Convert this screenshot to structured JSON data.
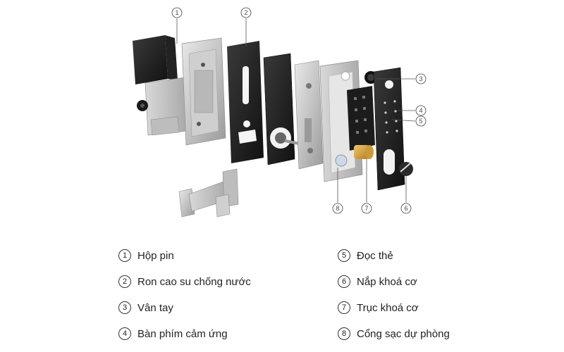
{
  "callouts": [
    {
      "num": "1"
    },
    {
      "num": "2"
    },
    {
      "num": "3"
    },
    {
      "num": "4"
    },
    {
      "num": "5"
    },
    {
      "num": "6"
    },
    {
      "num": "7"
    },
    {
      "num": "8"
    }
  ],
  "legend": [
    {
      "num": "1",
      "label": "Hộp pin"
    },
    {
      "num": "2",
      "label": "Ron cao su chống nước"
    },
    {
      "num": "3",
      "label": "Vân tay"
    },
    {
      "num": "4",
      "label": "Bàn phím cảm ứng"
    },
    {
      "num": "5",
      "label": "Đọc thẻ"
    },
    {
      "num": "6",
      "label": "Nắp khoá cơ"
    },
    {
      "num": "7",
      "label": "Trục khoá cơ"
    },
    {
      "num": "8",
      "label": "Cổng sạc dự phòng"
    }
  ]
}
